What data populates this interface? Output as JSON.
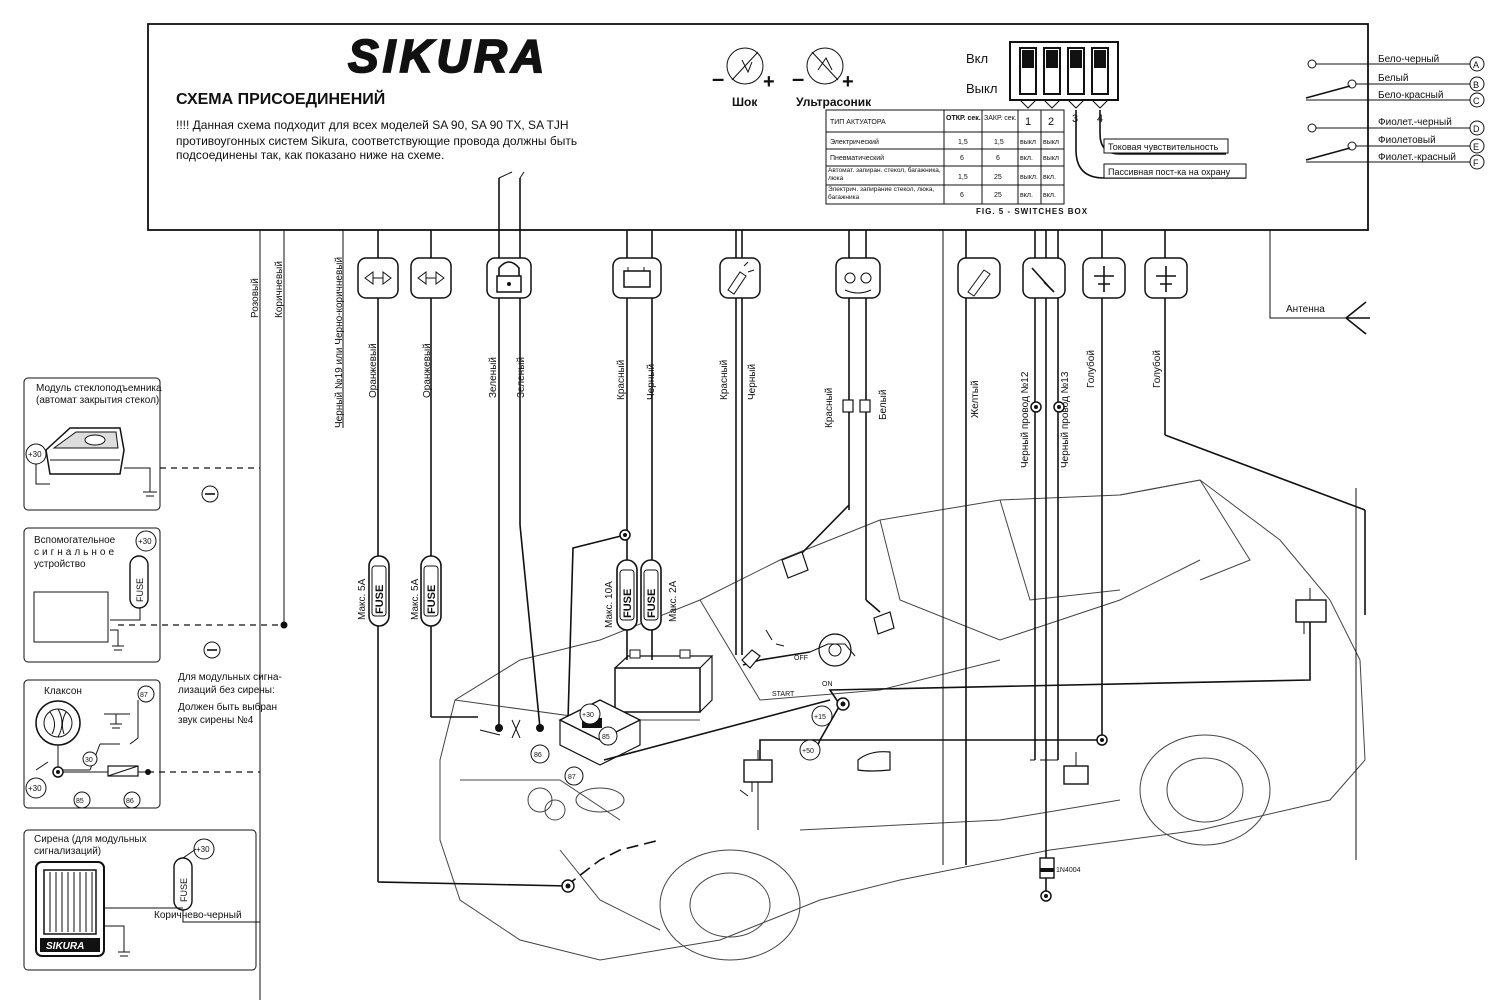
{
  "header": {
    "brand": "SIKURA",
    "title": "СХЕМА ПРИСОЕДИНЕНИЙ",
    "notes": [
      "!!!! Данная схема подходит для всех моделей SA 90, SA 90 TX, SA TJH",
      "противоугонных систем Sikura, соответствующие провода должны быть",
      "подсоединены так, как показано ниже на схеме."
    ]
  },
  "sensors": {
    "shock": "Шок",
    "ultrasonic": "Ультрасоник"
  },
  "switch_box": {
    "on_label": "Вкл",
    "off_label": "Выкл",
    "numbers": [
      "1",
      "2",
      "3",
      "4"
    ],
    "current_sensitivity": "Токовая чувствительность",
    "passive_arming": "Пассивная пост-ка на охрану",
    "caption": "FIG. 5 - SWITCHES BOX",
    "table": {
      "headers": [
        "ТИП АКТУАТОРА",
        "ОТКР. сек.",
        "ЗАКР. сек."
      ],
      "rows": [
        [
          "Электрический",
          "1,5",
          "1,5",
          "выкл",
          "выкл"
        ],
        [
          "Пневматический",
          "6",
          "6",
          "вкл.",
          "выкл"
        ],
        [
          "Автомат. запиран. стекол, багажника, люка",
          "1,5",
          "25",
          "выкл.",
          "вкл."
        ],
        [
          "Электрич. запирание стекол, люка, багажника",
          "6",
          "25",
          "вкл.",
          "вкл."
        ]
      ]
    }
  },
  "right_wires": [
    {
      "label": "Бело-черный",
      "letter": "A"
    },
    {
      "label": "Белый",
      "letter": "B"
    },
    {
      "label": "Бело-красный",
      "letter": "C"
    },
    {
      "label": "Фиолет.-черный",
      "letter": "D"
    },
    {
      "label": "Фиолетовый",
      "letter": "E"
    },
    {
      "label": "Фиолет.-красный",
      "letter": "F"
    }
  ],
  "antenna": "Антенна",
  "wire_labels": {
    "pink": "Розовый",
    "brown": "Коричневый",
    "black19": "Черный №19 или Черно-коричневый",
    "orange1": "Оранжевый",
    "orange2": "Оранжевый",
    "green1": "Зеленый",
    "green2": "Зеленый",
    "red1": "Красный",
    "black1": "Черный",
    "red2": "Красный",
    "black2": "Черный",
    "red3": "Красный",
    "white": "Белый",
    "yellow": "Желтый",
    "black12": "Черный провод №12",
    "black13": "Черный провод №13",
    "blue1": "Голубой",
    "blue2": "Голубой"
  },
  "fuses": [
    {
      "rating": "Макс. 5A",
      "label": "FUSE"
    },
    {
      "rating": "Макс. 5A",
      "label": "FUSE"
    },
    {
      "rating": "Макс. 10A",
      "label": "FUSE"
    },
    {
      "rating": "Макс. 2A",
      "label": "FUSE"
    }
  ],
  "window_module": {
    "line1": "Модуль стеклоподъемника",
    "line2": "(автомат закрытия стекол)",
    "plus30": "+30"
  },
  "aux_device": {
    "line1": "Вспомогательное",
    "line2": "сигнальное",
    "line3": "устройство",
    "plus30": "+30",
    "fuse": "FUSE"
  },
  "modular_note": [
    "Для модульных сигна-",
    "лизаций без сирены:",
    "Должен быть выбран",
    "звук сирены №4"
  ],
  "horn": {
    "title": "Клаксон",
    "pins": [
      "87",
      "30",
      "85",
      "86"
    ],
    "plus30": "+30"
  },
  "siren": {
    "line1": "Сирена (для модульных",
    "line2": "сигнализаций)",
    "plus30": "+30",
    "fuse": "FUSE",
    "wire": "Коричнево-черный",
    "brand": "SIKURA"
  },
  "ignition": {
    "off": "OFF",
    "on": "ON",
    "start": "START",
    "plus15": "+15",
    "plus50": "+50"
  },
  "relay": {
    "plus30": "+30",
    "pins": [
      "86",
      "85",
      "87"
    ]
  },
  "diode": "1N4004"
}
